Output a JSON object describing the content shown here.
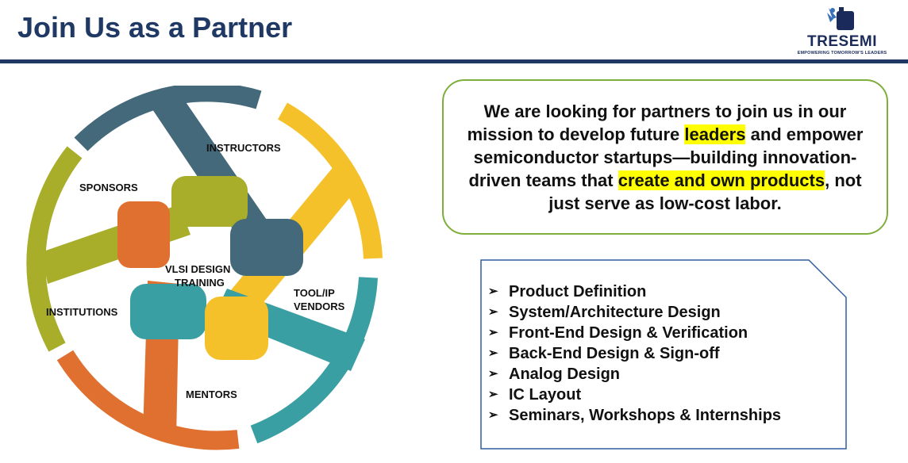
{
  "header": {
    "title": "Join Us as a Partner"
  },
  "logo": {
    "name": "TRESEMI",
    "tagline": "EMPOWERING TOMORROW'S LEADERS"
  },
  "mission": {
    "part1": "We are looking for partners to join us in our mission to develop future ",
    "highlight1": "leaders",
    "part2": " and empower semiconductor startups—building innovation-driven teams that ",
    "highlight2": "create and own products",
    "part3": ", not just serve as low-cost labor."
  },
  "wheel": {
    "labels": {
      "instructors": "INSTRUCTORS",
      "sponsors": "SPONSORS",
      "center_line1": "VLSI DESIGN",
      "center_line2": "TRAINING",
      "tool_line1": "TOOL/IP",
      "tool_line2": "VENDORS",
      "institutions": "INSTITUTIONS",
      "mentors": "MENTORS"
    },
    "colors": {
      "teal_dark": "#44697a",
      "yellow": "#f5c12b",
      "teal": "#3a9fa2",
      "orange": "#e07030",
      "olive": "#a8ad2a"
    }
  },
  "services": {
    "items": [
      "Product Definition",
      "System/Architecture Design",
      "Front-End Design & Verification",
      "Back-End Design & Sign-off",
      "Analog Design",
      "IC Layout",
      "Seminars, Workshops & Internships"
    ]
  }
}
